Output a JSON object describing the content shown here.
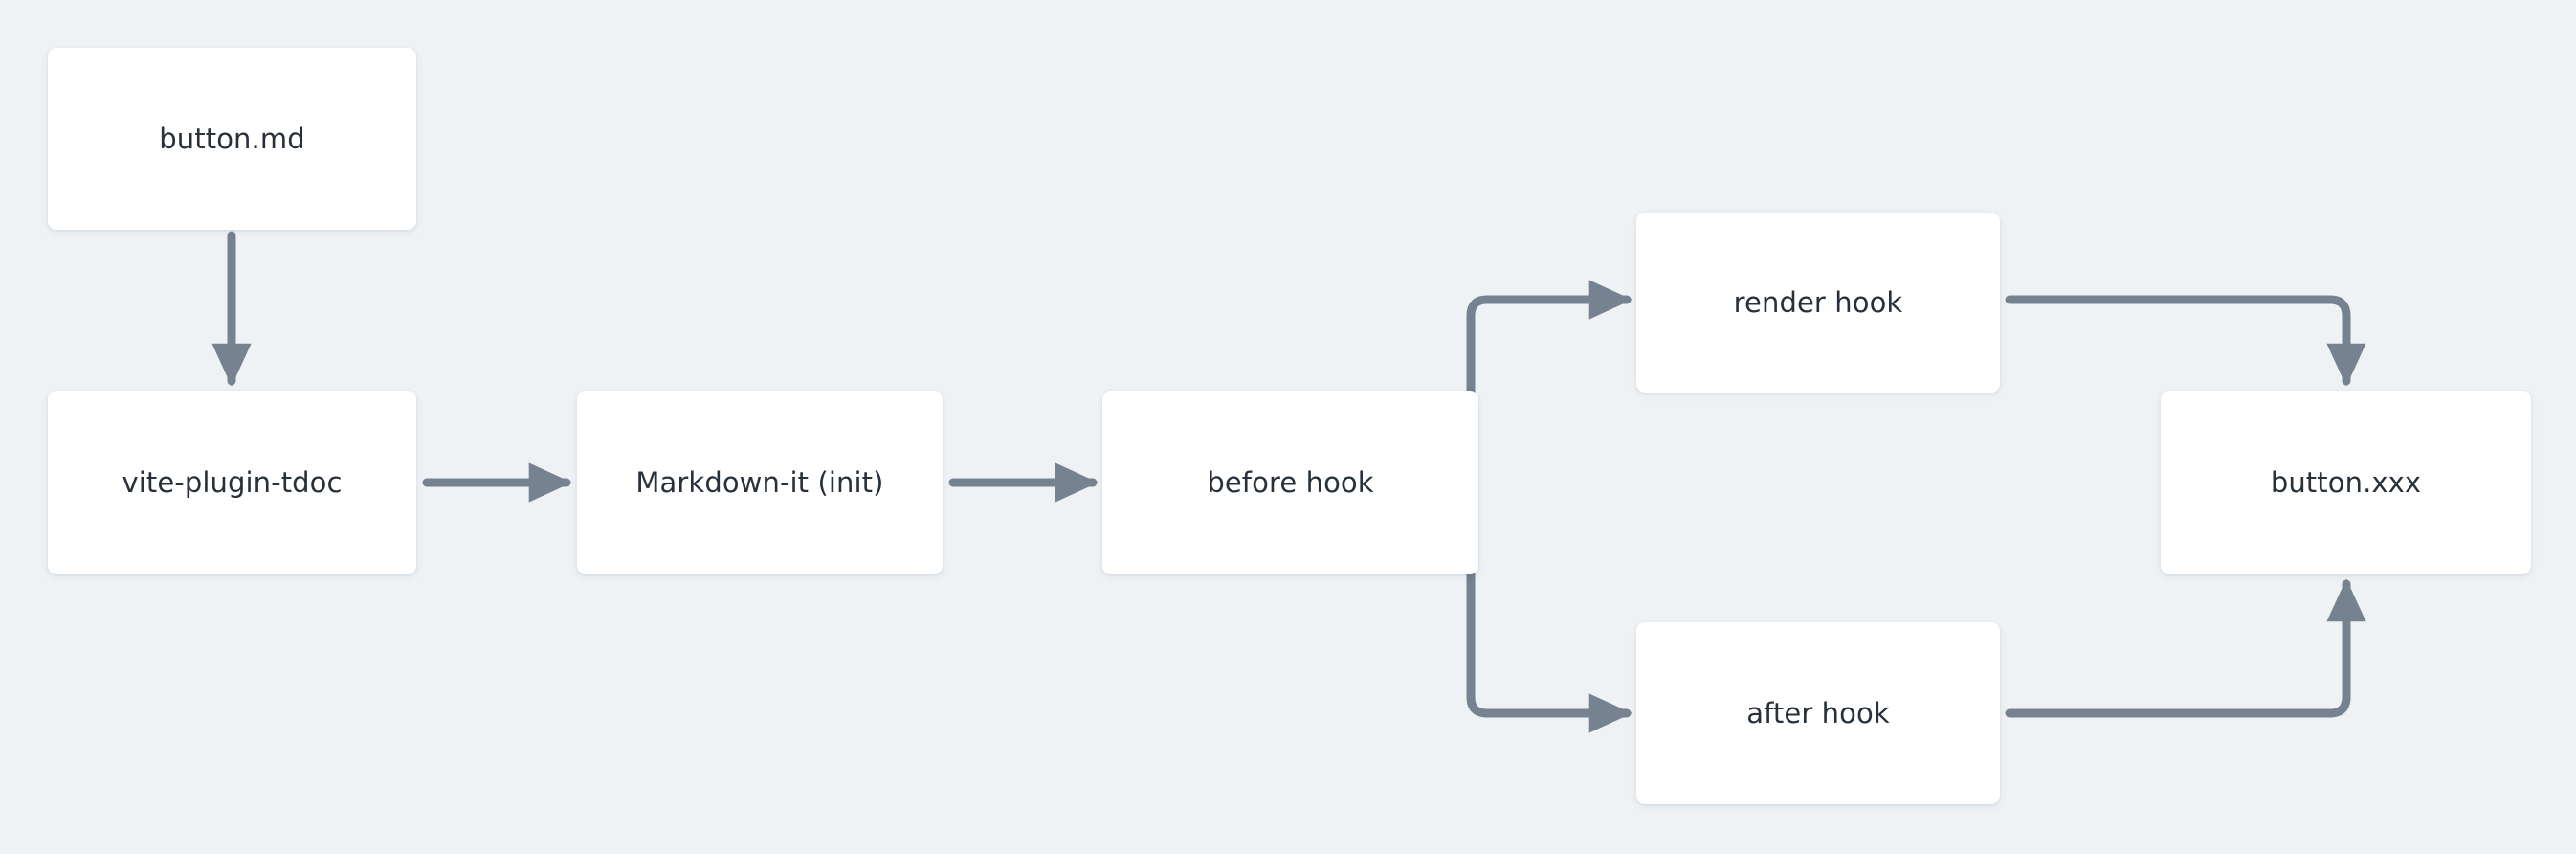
{
  "diagram": {
    "type": "flowchart",
    "title": "",
    "background_color": "#eef2f5",
    "node_fill_color": "#ffffff",
    "node_text_color": "#283039",
    "edge_color": "#76828f",
    "nodes": [
      {
        "id": "button-md",
        "label": "button.md"
      },
      {
        "id": "vite-plugin",
        "label": "vite-plugin-tdoc"
      },
      {
        "id": "markdown-it",
        "label": "Markdown-it (init)"
      },
      {
        "id": "before-hook",
        "label": "before hook"
      },
      {
        "id": "render-hook",
        "label": "render hook"
      },
      {
        "id": "after-hook",
        "label": "after hook"
      },
      {
        "id": "button-xxx",
        "label": "button.xxx"
      }
    ],
    "edges": [
      {
        "id": "e1",
        "from": "button-md",
        "to": "vite-plugin",
        "label": "",
        "direction": "down"
      },
      {
        "id": "e2",
        "from": "vite-plugin",
        "to": "markdown-it",
        "label": "",
        "direction": "right"
      },
      {
        "id": "e3",
        "from": "markdown-it",
        "to": "before-hook",
        "label": "",
        "direction": "right"
      },
      {
        "id": "e4",
        "from": "before-hook",
        "to": "render-hook",
        "label": "",
        "direction": "up-right"
      },
      {
        "id": "e5",
        "from": "before-hook",
        "to": "after-hook",
        "label": "",
        "direction": "down-right"
      },
      {
        "id": "e6",
        "from": "render-hook",
        "to": "button-xxx",
        "label": "",
        "direction": "right-down"
      },
      {
        "id": "e7",
        "from": "after-hook",
        "to": "button-xxx",
        "label": "",
        "direction": "right-up"
      }
    ]
  }
}
